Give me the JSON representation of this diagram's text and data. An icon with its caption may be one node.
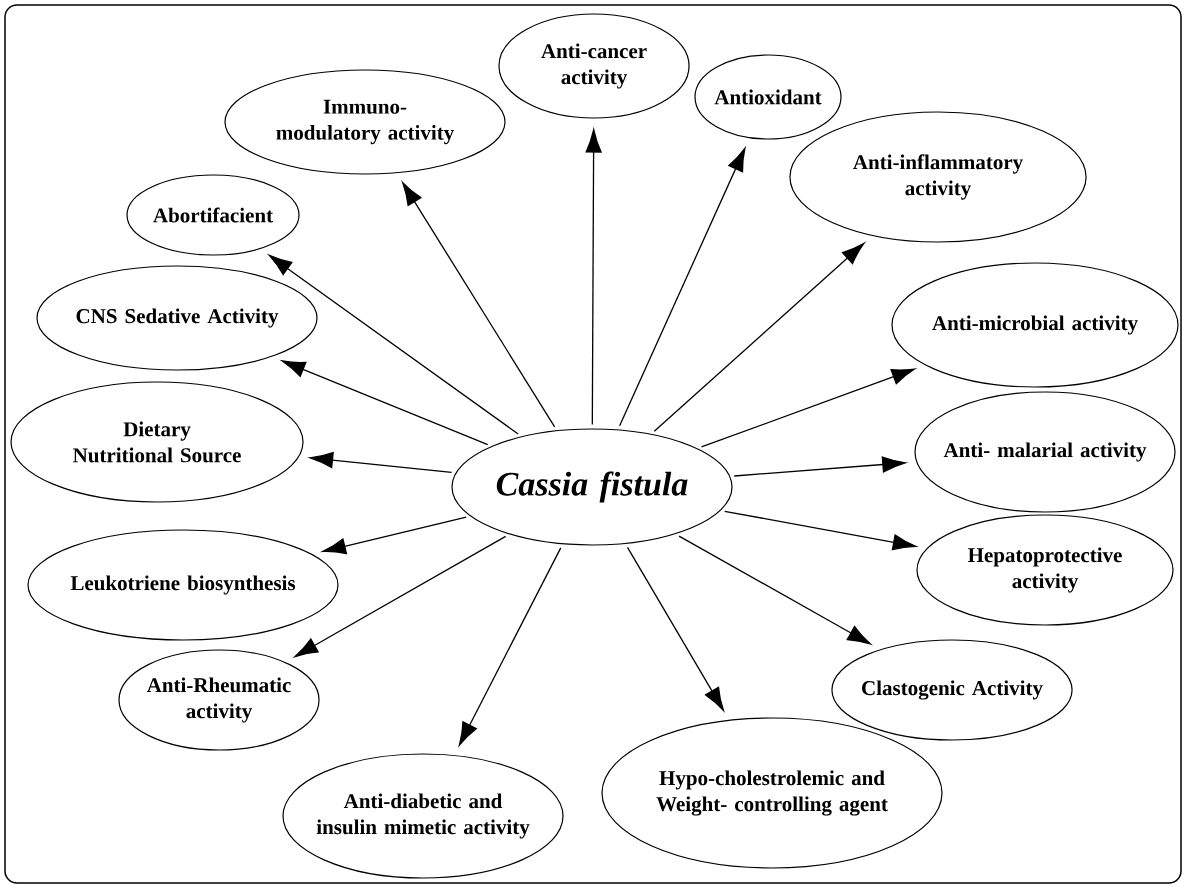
{
  "diagram": {
    "nodes": [
      {
        "text": [
          "Anti-cancer activity"
        ]
      },
      {
        "text": [
          "Antioxidant"
        ]
      },
      {
        "text": [
          "Immuno-modulatory activity"
        ]
      },
      {
        "text": [
          "Anti-inflammatory activity"
        ]
      },
      {
        "text": [
          "Abortifacient"
        ]
      },
      {
        "text": [
          "CNS Sedative Activity"
        ]
      },
      {
        "text": [
          "Anti-microbial activity"
        ]
      },
      {
        "text": [
          "Dietary Nutritional Source"
        ]
      },
      {
        "text": [
          "Cassia fistula"
        ]
      },
      {
        "text": [
          "Anti- malarial activity"
        ]
      },
      {
        "text": [
          "Leukotriene biosynthesis"
        ]
      },
      {
        "text": [
          "Hepatoprotective activity"
        ]
      },
      {
        "text": [
          "Anti-Rheumatic activity"
        ]
      },
      {
        "text": [
          "Clastogenic Activity"
        ]
      },
      {
        "text": [
          "Hypo-cholestrolemic and Weight- controlling agent"
        ]
      },
      {
        "text": [
          "Anti-diabetic and insulin mimetic activity"
        ]
      }
    ],
    "edges": [
      {
        "from": 8,
        "to": 0,
        "arrow": "to"
      },
      {
        "from": 8,
        "to": 1,
        "arrow": "to"
      },
      {
        "from": 8,
        "to": 2,
        "arrow": "to"
      },
      {
        "from": 8,
        "to": 3,
        "arrow": "to"
      },
      {
        "from": 8,
        "to": 4,
        "arrow": "to"
      },
      {
        "from": 8,
        "to": 5,
        "arrow": "to"
      },
      {
        "from": 8,
        "to": 6,
        "arrow": "to"
      },
      {
        "from": 8,
        "to": 7,
        "arrow": "to"
      },
      {
        "from": 8,
        "to": 9,
        "arrow": "to"
      },
      {
        "from": 8,
        "to": 10,
        "arrow": "to"
      },
      {
        "from": 8,
        "to": 11,
        "arrow": "to"
      },
      {
        "from": 8,
        "to": 12,
        "arrow": "to"
      },
      {
        "from": 8,
        "to": 13,
        "arrow": "to"
      },
      {
        "from": 8,
        "to": 14,
        "arrow": "to"
      },
      {
        "from": 8,
        "to": 15,
        "arrow": "to"
      }
    ]
  }
}
